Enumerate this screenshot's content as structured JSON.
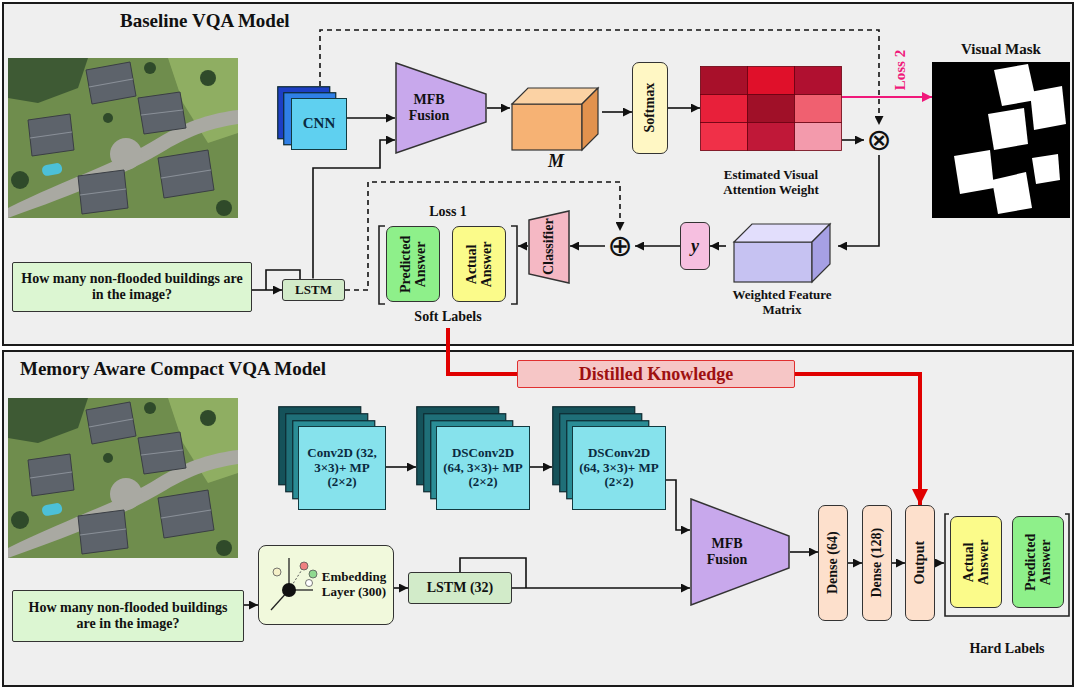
{
  "diagram": {
    "nodes": [
      {
        "text": [
          "Baseline VQA Model"
        ]
      },
      {
        "text": [
          "CNN"
        ],
        "in": 0
      },
      {
        "text": [
          "MFB Fusion"
        ],
        "in": 0
      },
      {
        "text": [
          "M"
        ],
        "in": 0
      },
      {
        "text": [
          "Softmax"
        ],
        "in": 0
      },
      {
        "text": [
          "Estimated Visual Attention Weight"
        ],
        "in": 0
      },
      {
        "text": [
          "Visual Mask"
        ],
        "in": 0
      },
      {
        "text": [
          "⊗"
        ],
        "in": 0
      },
      {
        "text": [
          "Weighted Feature Matrix"
        ],
        "in": 0
      },
      {
        "text": [
          "y"
        ],
        "in": 0
      },
      {
        "text": [
          "⊕"
        ],
        "in": 0
      },
      {
        "text": [
          "Classifier"
        ],
        "in": 0
      },
      {
        "text": [
          "Loss 1",
          "Soft Labels"
        ],
        "in": 0
      },
      {
        "text": [
          "Predicted Answer"
        ],
        "in": 12
      },
      {
        "text": [
          "Actual Answer"
        ],
        "in": 12
      },
      {
        "text": [
          "LSTM"
        ],
        "in": 0
      },
      {
        "text": [
          "How many non-flooded buildings are in the image?"
        ],
        "in": 0
      },
      {
        "text": [
          "Memory Aware Compact VQA Model"
        ]
      },
      {
        "text": [
          "Conv2D (32, 3×3)+ MP (2×2)"
        ],
        "in": 17
      },
      {
        "text": [
          "DSConv2D (64, 3×3)+ MP (2×2)"
        ],
        "in": 17
      },
      {
        "text": [
          "DSConv2D (64, 3×3)+ MP (2×2)"
        ],
        "in": 17
      },
      {
        "text": [
          "MFB Fusion"
        ],
        "in": 17
      },
      {
        "text": [
          "Dense (64)"
        ],
        "in": 17
      },
      {
        "text": [
          "Dense (128)"
        ],
        "in": 17
      },
      {
        "text": [
          "Output"
        ],
        "in": 17
      },
      {
        "text": [
          "Hard Labels"
        ],
        "in": 17
      },
      {
        "text": [
          "Actual Answer"
        ],
        "in": 25
      },
      {
        "text": [
          "Predicted Answer"
        ],
        "in": 25
      },
      {
        "text": [
          "Embedding Layer (300)"
        ],
        "in": 17
      },
      {
        "text": [
          "LSTM (32)"
        ],
        "in": 17
      },
      {
        "text": [
          "How many non-flooded buildings are in the image?"
        ],
        "in": 17
      },
      {
        "text": [
          "Distilled Knowledge"
        ]
      }
    ],
    "edges": [
      {
        "from": 1,
        "to": 2,
        "arrow": "to"
      },
      {
        "from": 1,
        "to": 7,
        "arrow": "to"
      },
      {
        "from": 2,
        "to": 3,
        "arrow": "to"
      },
      {
        "from": 3,
        "to": 4,
        "arrow": "to"
      },
      {
        "from": 4,
        "to": 5,
        "arrow": "to"
      },
      {
        "from": 5,
        "to": 6,
        "arrow": "to",
        "label": "Loss 2"
      },
      {
        "from": 5,
        "to": 7,
        "arrow": "to"
      },
      {
        "from": 7,
        "to": 8,
        "arrow": "to"
      },
      {
        "from": 8,
        "to": 9,
        "arrow": "to"
      },
      {
        "from": 9,
        "to": 10,
        "arrow": "to"
      },
      {
        "from": 10,
        "to": 11,
        "arrow": "to"
      },
      {
        "from": 11,
        "to": 12,
        "arrow": "to"
      },
      {
        "from": 15,
        "to": 2,
        "arrow": "to"
      },
      {
        "from": 15,
        "to": 10,
        "arrow": "to"
      },
      {
        "from": 16,
        "to": 15,
        "arrow": "to"
      },
      {
        "from": 12,
        "to": 31,
        "arrow": "none"
      },
      {
        "from": 31,
        "to": 24,
        "arrow": "to"
      },
      {
        "from": 18,
        "to": 19,
        "arrow": "to"
      },
      {
        "from": 19,
        "to": 20,
        "arrow": "to"
      },
      {
        "from": 20,
        "to": 21,
        "arrow": "to"
      },
      {
        "from": 30,
        "to": 28,
        "arrow": "to"
      },
      {
        "from": 28,
        "to": 29,
        "arrow": "to"
      },
      {
        "from": 29,
        "to": 21,
        "arrow": "to"
      },
      {
        "from": 21,
        "to": 22,
        "arrow": "to"
      },
      {
        "from": 22,
        "to": 23,
        "arrow": "to"
      },
      {
        "from": 23,
        "to": 24,
        "arrow": "to"
      },
      {
        "from": 24,
        "to": 25,
        "arrow": "to"
      }
    ]
  }
}
